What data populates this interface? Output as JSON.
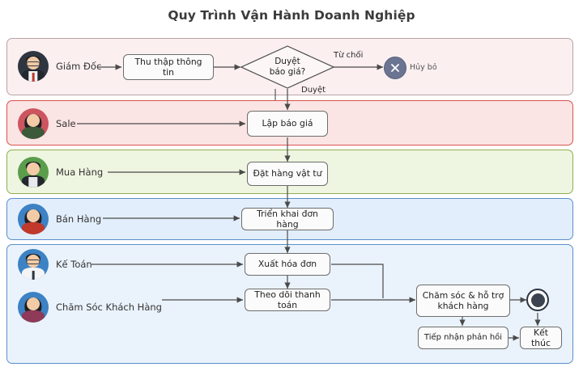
{
  "title": "Quy Trình Vận Hành Doanh Nghiệp",
  "colors": {
    "lane_director_fill": "#fbeff0",
    "lane_director_border": "#b9a3a6",
    "lane_sale_fill": "#fbe4e4",
    "lane_sale_border": "#d9534f",
    "lane_purchase_fill": "#eef5e0",
    "lane_purchase_border": "#8fae50",
    "lane_sales_fill": "#e2eefb",
    "lane_sales_border": "#5b8fc9",
    "lane_support_fill": "#eaf3fc",
    "lane_support_border": "#5b8fc9",
    "node_fill": "#fbfbfb",
    "node_border": "#6d6d6d",
    "cancel_circle": "#6b7592",
    "end_circle": "#3b4450",
    "connector": "#4a4a4a",
    "title_text": "#3b3b3b"
  },
  "lanes": [
    {
      "id": "director",
      "actors": [
        {
          "name": "Giám Đốc",
          "avatar": "avatar-director",
          "avatar_bg": "#2f3640"
        }
      ]
    },
    {
      "id": "sale",
      "actors": [
        {
          "name": "Sale",
          "avatar": "avatar-sale",
          "avatar_bg": "#cc5560"
        }
      ]
    },
    {
      "id": "purchasing",
      "actors": [
        {
          "name": "Mua Hàng",
          "avatar": "avatar-purchasing",
          "avatar_bg": "#5a9d4b"
        }
      ]
    },
    {
      "id": "salesdept",
      "actors": [
        {
          "name": "Bán Hàng",
          "avatar": "avatar-salesdept",
          "avatar_bg": "#3c82c4"
        }
      ]
    },
    {
      "id": "support",
      "actors": [
        {
          "name": "Kế Toán",
          "avatar": "avatar-accounting",
          "avatar_bg": "#3c82c4"
        },
        {
          "name": "Chăm Sóc Khách Hàng",
          "avatar": "avatar-customercare",
          "avatar_bg": "#3c82c4"
        }
      ]
    }
  ],
  "nodes": {
    "collect_info": "Thu thập thông tin",
    "approve_quote": "Duyệt\nbáo giá?",
    "approve_quote_line1": "Duyệt",
    "approve_quote_line2": "báo giá?",
    "cancel": "Hủy bỏ",
    "make_quote": "Lập báo giá",
    "order_materials": "Đặt hàng vật tư",
    "deploy_order": "Triển khai đơn hàng",
    "issue_invoice": "Xuất hóa đơn",
    "track_payment": "Theo dõi thanh toán",
    "customer_care_line1": "Chăm sóc & hỗ trợ",
    "customer_care_line2": "khách hàng",
    "receive_feedback": "Tiếp nhận phản hồi",
    "finish": "Kết thúc"
  },
  "edge_labels": {
    "reject": "Từ chối",
    "approve": "Duyệt"
  }
}
